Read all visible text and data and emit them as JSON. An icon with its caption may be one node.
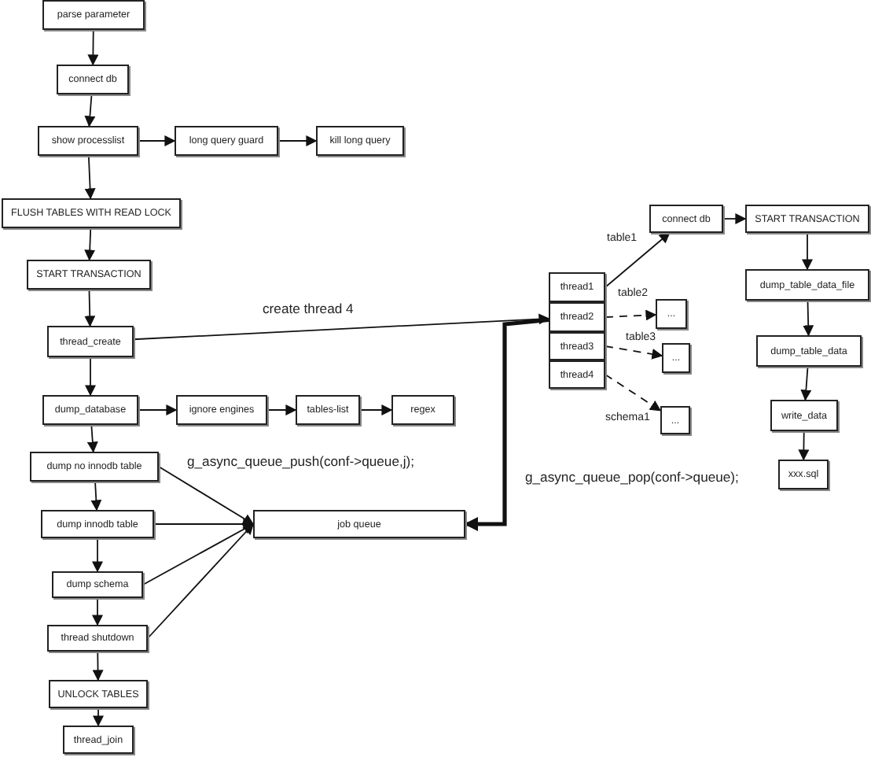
{
  "diagram": {
    "nodes": [
      {
        "text": [
          "parse parameter"
        ]
      },
      {
        "text": [
          "connect db"
        ]
      },
      {
        "text": [
          "show processlist"
        ]
      },
      {
        "text": [
          "long query guard"
        ]
      },
      {
        "text": [
          "kill long query"
        ]
      },
      {
        "text": [
          "FLUSH TABLES WITH READ LOCK"
        ]
      },
      {
        "text": [
          "START TRANSACTION"
        ]
      },
      {
        "text": [
          "thread_create"
        ]
      },
      {
        "text": [
          "dump_database"
        ]
      },
      {
        "text": [
          "ignore engines"
        ]
      },
      {
        "text": [
          "tables-list"
        ]
      },
      {
        "text": [
          "regex"
        ]
      },
      {
        "text": [
          "dump no innodb table"
        ]
      },
      {
        "text": [
          "dump innodb table"
        ]
      },
      {
        "text": [
          "dump schema"
        ]
      },
      {
        "text": [
          "thread shutdown"
        ]
      },
      {
        "text": [
          "UNLOCK TABLES"
        ]
      },
      {
        "text": [
          "thread_join"
        ]
      },
      {
        "text": [
          "job queue"
        ]
      },
      {
        "text": [
          "thread1"
        ]
      },
      {
        "text": [
          "thread2"
        ]
      },
      {
        "text": [
          "thread3"
        ]
      },
      {
        "text": [
          "thread4"
        ]
      },
      {
        "text": [
          "connect db"
        ]
      },
      {
        "text": [
          "START TRANSACTION"
        ]
      },
      {
        "text": [
          "dump_table_data_file"
        ]
      },
      {
        "text": [
          "dump_table_data"
        ]
      },
      {
        "text": [
          "write_data"
        ]
      },
      {
        "text": [
          "xxx.sql"
        ]
      },
      {
        "text": [
          "..."
        ]
      },
      {
        "text": [
          "..."
        ]
      },
      {
        "text": [
          "..."
        ]
      }
    ],
    "edges": [
      {
        "from": 0,
        "to": 1,
        "arrow": "to"
      },
      {
        "from": 1,
        "to": 2,
        "arrow": "to"
      },
      {
        "from": 2,
        "to": 3,
        "arrow": "to"
      },
      {
        "from": 3,
        "to": 4,
        "arrow": "to"
      },
      {
        "from": 2,
        "to": 5,
        "arrow": "to"
      },
      {
        "from": 5,
        "to": 6,
        "arrow": "to"
      },
      {
        "from": 6,
        "to": 7,
        "arrow": "to"
      },
      {
        "from": 7,
        "to": 20,
        "arrow": "to",
        "label": "create thread 4"
      },
      {
        "from": 7,
        "to": 8,
        "arrow": "to"
      },
      {
        "from": 8,
        "to": 9,
        "arrow": "to"
      },
      {
        "from": 9,
        "to": 10,
        "arrow": "to"
      },
      {
        "from": 10,
        "to": 11,
        "arrow": "to"
      },
      {
        "from": 8,
        "to": 12,
        "arrow": "to"
      },
      {
        "from": 12,
        "to": 13,
        "arrow": "to"
      },
      {
        "from": 13,
        "to": 14,
        "arrow": "to"
      },
      {
        "from": 14,
        "to": 15,
        "arrow": "to"
      },
      {
        "from": 15,
        "to": 16,
        "arrow": "to"
      },
      {
        "from": 16,
        "to": 17,
        "arrow": "to"
      },
      {
        "from": 12,
        "to": 18,
        "arrow": "to"
      },
      {
        "from": 13,
        "to": 18,
        "arrow": "to"
      },
      {
        "from": 14,
        "to": 18,
        "arrow": "to"
      },
      {
        "from": 15,
        "to": 18,
        "arrow": "to"
      },
      {
        "from": 20,
        "to": 18,
        "arrow": "to",
        "style": "thick"
      },
      {
        "from": 19,
        "to": 23,
        "arrow": "to",
        "label": "table1"
      },
      {
        "from": 20,
        "to": 29,
        "arrow": "to",
        "label": "table2",
        "style": "dashed"
      },
      {
        "from": 21,
        "to": 30,
        "arrow": "to",
        "label": "table3",
        "style": "dashed"
      },
      {
        "from": 22,
        "to": 31,
        "arrow": "to",
        "label": "schema1",
        "style": "dashed"
      },
      {
        "from": 23,
        "to": 24,
        "arrow": "to"
      },
      {
        "from": 24,
        "to": 25,
        "arrow": "to"
      },
      {
        "from": 25,
        "to": 26,
        "arrow": "to"
      },
      {
        "from": 26,
        "to": 27,
        "arrow": "to"
      },
      {
        "from": 27,
        "to": 28,
        "arrow": "to"
      }
    ],
    "labels": [
      "g_async_queue_push(conf->queue,j);",
      "g_async_queue_pop(conf->queue);"
    ]
  }
}
